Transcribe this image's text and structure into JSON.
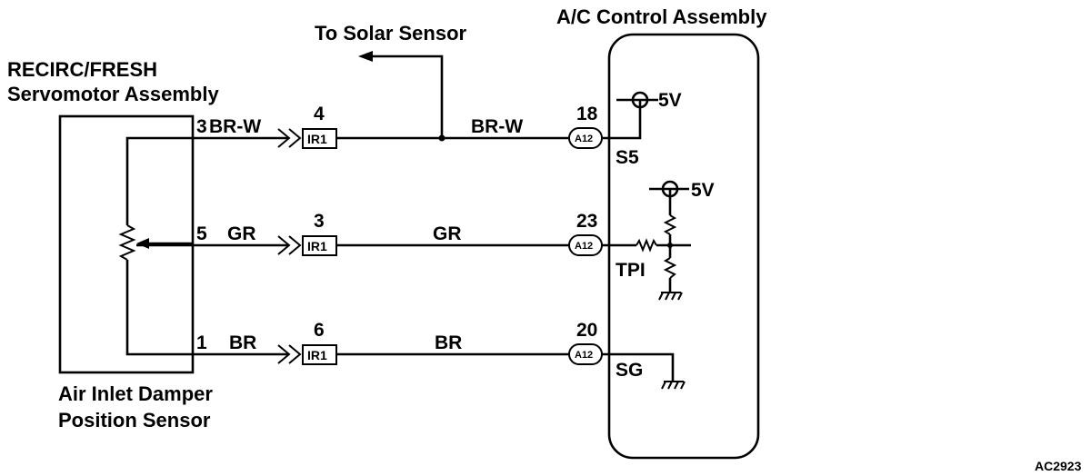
{
  "labels": {
    "to_solar_sensor": "To Solar Sensor",
    "ac_control_assembly": "A/C Control Assembly",
    "servomotor_line1": "RECIRC/FRESH",
    "servomotor_line2": "Servomotor Assembly",
    "sensor_line1": "Air Inlet Damper",
    "sensor_line2": "Position Sensor",
    "figure_code": "AC2923"
  },
  "power": {
    "s5_supply": "5V",
    "tpi_supply": "5V"
  },
  "circuits": [
    {
      "servo_pin": "3",
      "servo_wire": "BR-W",
      "connector_pin": "4",
      "connector": "IR1",
      "wire": "BR-W",
      "ecu_pin": "18",
      "ecu_connector": "A12",
      "terminal": "S5"
    },
    {
      "servo_pin": "5",
      "servo_wire": "GR",
      "connector_pin": "3",
      "connector": "IR1",
      "wire": "GR",
      "ecu_pin": "23",
      "ecu_connector": "A12",
      "terminal": "TPI"
    },
    {
      "servo_pin": "1",
      "servo_wire": "BR",
      "connector_pin": "6",
      "connector": "IR1",
      "wire": "BR",
      "ecu_pin": "20",
      "ecu_connector": "A12",
      "terminal": "SG"
    }
  ],
  "colors": {
    "ink": "#000000",
    "paper": "#ffffff"
  }
}
